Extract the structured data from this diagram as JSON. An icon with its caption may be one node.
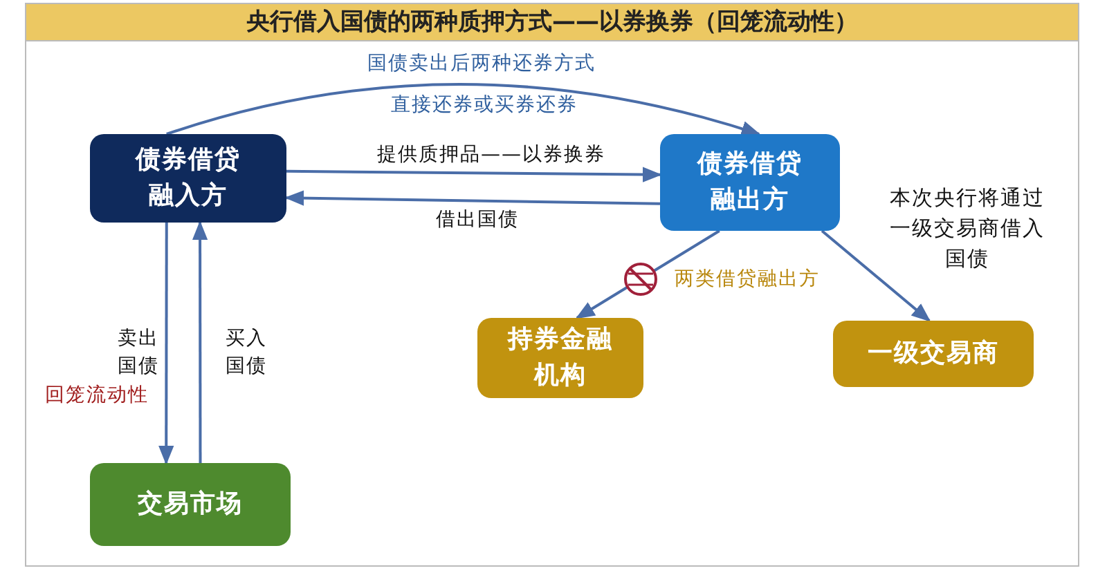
{
  "diagram": {
    "title": "央行借入国债的两种质押方式——以券换券（回笼流动性）",
    "nodes": [
      {
        "text": [
          "债券借贷融入方"
        ]
      },
      {
        "text": [
          "债券借贷融出方"
        ]
      },
      {
        "text": [
          "持券金融机构"
        ]
      },
      {
        "text": [
          "一级交易商"
        ]
      },
      {
        "text": [
          "交易市场"
        ]
      }
    ],
    "edges": [
      {
        "from": 0,
        "to": 1,
        "arrow": "to",
        "label": "国债卖出后两种还券方式"
      },
      {
        "from": 0,
        "to": 1,
        "arrow": "to",
        "label": "提供质押品——以券换券"
      },
      {
        "from": 1,
        "to": 0,
        "arrow": "to",
        "label": "借出国债"
      },
      {
        "from": 0,
        "to": 4,
        "arrow": "to",
        "label": "卖出国债"
      },
      {
        "from": 4,
        "to": 0,
        "arrow": "to",
        "label": "买入国债"
      },
      {
        "from": 1,
        "to": 2,
        "arrow": "to"
      },
      {
        "from": 1,
        "to": 3,
        "arrow": "to"
      }
    ],
    "labels": [
      "直接还券或买券还券",
      "回笼流动性",
      "两类借贷融出方",
      "本次央行将通过一级交易商借入国债"
    ]
  }
}
